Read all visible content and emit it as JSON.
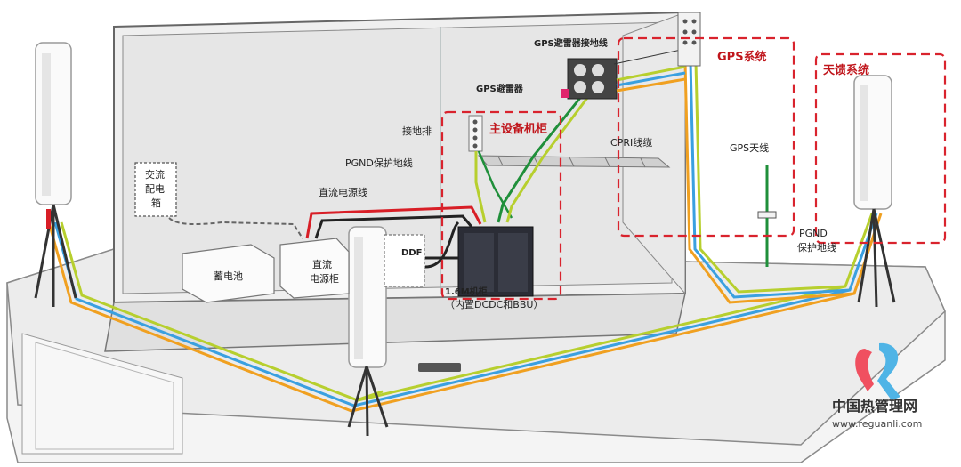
{
  "labels": {
    "gps_arrester_ground_wire": "GPS避雷器接地线",
    "gps_system": "GPS系统",
    "feeder_system": "天馈系统",
    "gps_arrester": "GPS避雷器",
    "ground_bar": "接地排",
    "main_cabinet": "主设备机柜",
    "cpri_cable": "CPRI线缆",
    "pgnd_protect_wire": "PGND保护地线",
    "gps_antenna": "GPS天线",
    "ac_box_1": "交流",
    "ac_box_2": "配电",
    "ac_box_3": "箱",
    "dc_power_wire": "直流电源线",
    "ddf": "DDF",
    "battery": "蓄电池",
    "dc_cabinet_1": "直流",
    "dc_cabinet_2": "电源柜",
    "cabinet_1_6m": "1.6M机柜",
    "cabinet_1_6m_note": "（内置DCDC和BBU）",
    "pgnd_right_1": "PGND",
    "pgnd_right_2": "保护地线"
  },
  "watermark": {
    "name": "中国热管理网",
    "url": "www.reguanli.com"
  },
  "colors": {
    "highlight_box": "#d9232d",
    "system_label": "#c0161c",
    "wire_yellow_green": "#b7cf2e",
    "wire_blue": "#3aa0e0",
    "wire_orange": "#f0a020",
    "wire_red": "#d81e26",
    "wire_black": "#222222",
    "wire_green": "#1f8f3a"
  }
}
